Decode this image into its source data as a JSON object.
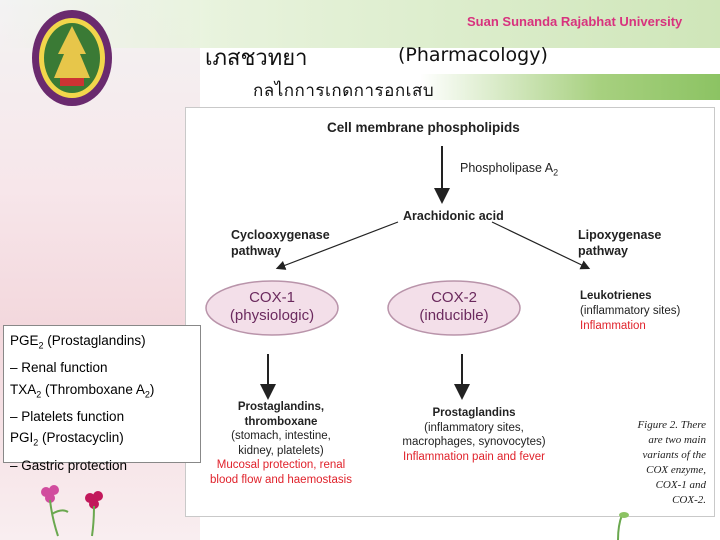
{
  "header": {
    "university": "Suan Sunanda Rajabhat University",
    "title_thai": "เภสชวทยา",
    "title_english": "(Pharmacology)",
    "subtitle": "กลไกการเกดการอกเสบ"
  },
  "diagram": {
    "cell_membrane": "Cell membrane phospholipids",
    "phospholipase": "Phospholipase A",
    "phospholipase_sub": "2",
    "arachidonic": "Arachidonic acid",
    "cox_pathway_1": "Cyclooxygenase",
    "cox_pathway_2": "pathway",
    "lox_pathway_1": "Lipoxygenase",
    "lox_pathway_2": "pathway",
    "cox1_title": "COX-1",
    "cox1_sub": "(physiologic)",
    "cox2_title": "COX-2",
    "cox2_sub": "(inducible)",
    "leuko": "Leukotrienes",
    "leuko_sub": "(inflammatory sites)",
    "leuko_effect": "Inflammation",
    "pg1_title_1": "Prostaglandins,",
    "pg1_title_2": "thromboxane",
    "pg1_sub_1": "(stomach, intestine,",
    "pg1_sub_2": "kidney, platelets)",
    "pg1_effect_1": "Mucosal protection, renal",
    "pg1_effect_2": "blood flow and haemostasis",
    "pg2_title": "Prostaglandins",
    "pg2_sub_1": "(inflammatory sites,",
    "pg2_sub_2": "macrophages, synovocytes)",
    "pg2_effect": "Inflammation pain and fever",
    "caption": [
      "Figure 2. There",
      "are two main",
      "variants of the",
      "COX enzyme,",
      "COX-1 and",
      "COX-2."
    ]
  },
  "infobox": {
    "line1_a": "PGE",
    "line1_sub": "2",
    "line1_b": " (Prostaglandins)",
    "line2": "– Renal function",
    "line3_a": "TXA",
    "line3_sub": "2",
    "line3_b": " (Thromboxane A",
    "line3_sub2": "2",
    "line3_c": ")",
    "line4": "– Platelets function",
    "line5_a": "PGI",
    "line5_sub": "2",
    "line5_b": " (Prostacyclin)",
    "line6": "– Gastric protection"
  },
  "colors": {
    "accent_pink": "#d8327e",
    "effect_red": "#e0222b",
    "cox_text": "#6b2a5e",
    "cox_fill": "#f3dfe9",
    "band_green": "#8cc363"
  }
}
